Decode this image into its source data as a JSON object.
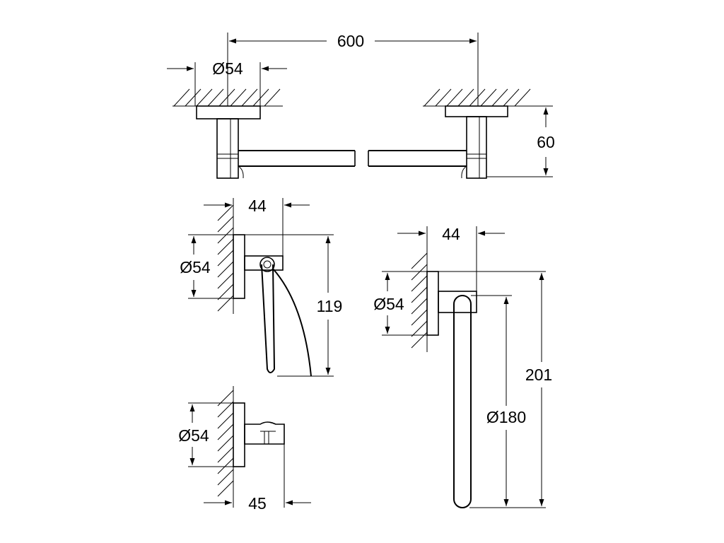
{
  "drawing": {
    "towel_bar": {
      "length": "600",
      "rosette_diameter": "Ø54",
      "projection": "60"
    },
    "toilet_paper_holder": {
      "projection": "44",
      "rosette_diameter": "Ø54",
      "height": "119"
    },
    "robe_hook": {
      "rosette_diameter": "Ø54",
      "projection": "45"
    },
    "towel_ring": {
      "projection": "44",
      "rosette_diameter": "Ø54",
      "total_height": "201",
      "ring_diameter": "Ø180"
    }
  }
}
